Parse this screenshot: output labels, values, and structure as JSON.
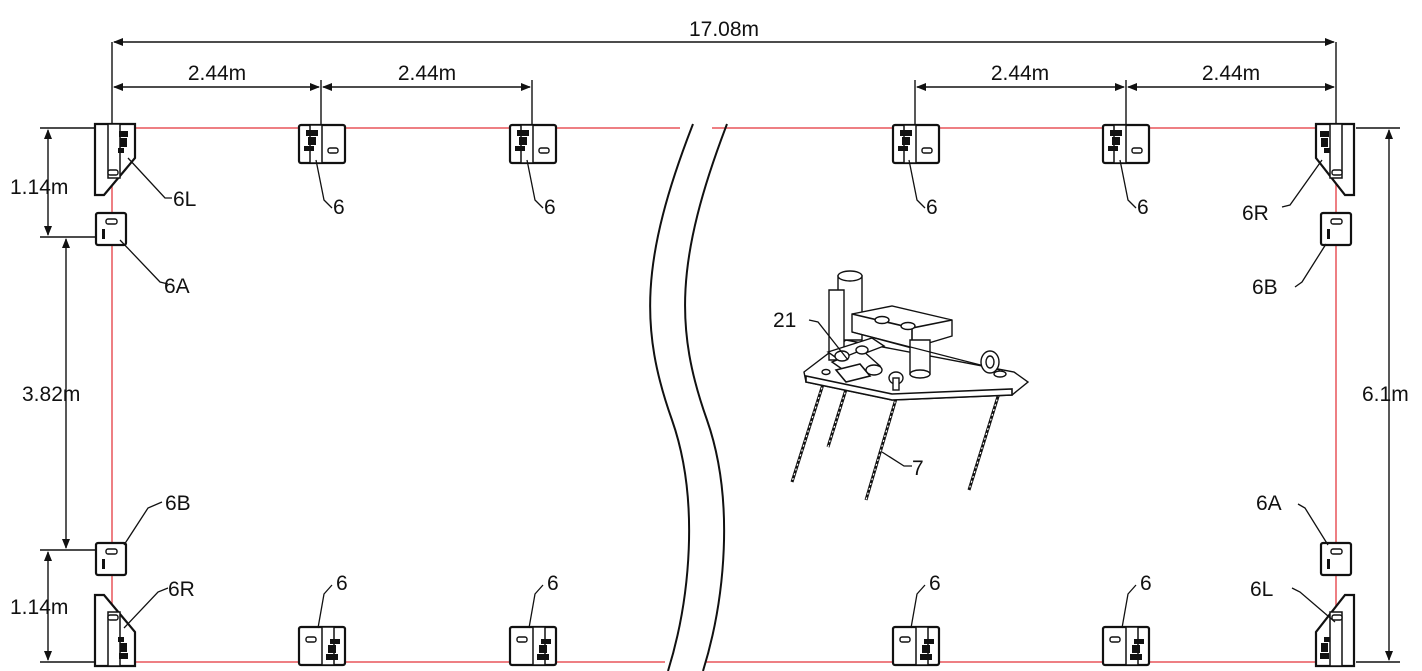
{
  "dimensions": {
    "overall_length": "17.08m",
    "bay_left_1": "2.44m",
    "bay_left_2": "2.44m",
    "bay_right_1": "2.44m",
    "bay_right_2": "2.44m",
    "end_offset_top": "1.14m",
    "end_span_middle": "3.82m",
    "end_offset_bottom": "1.14m",
    "overall_width": "6.1m"
  },
  "labels": {
    "top_left_corner": "6L",
    "top_bracket_1": "6",
    "top_bracket_2": "6",
    "top_bracket_3": "6",
    "top_bracket_4": "6",
    "top_right_corner": "6R",
    "left_upper_side": "6A",
    "left_lower_side": "6B",
    "right_upper_side": "6B",
    "right_lower_side": "6A",
    "bottom_left_corner": "6R",
    "bottom_bracket_1": "6",
    "bottom_bracket_2": "6",
    "bottom_bracket_3": "6",
    "bottom_bracket_4": "6",
    "bottom_right_corner": "6L",
    "anchor_detail_part": "21",
    "anchor_spike_part": "7"
  },
  "colors": {
    "perimeter_line": "#e8555a",
    "line_art": "#111111"
  }
}
